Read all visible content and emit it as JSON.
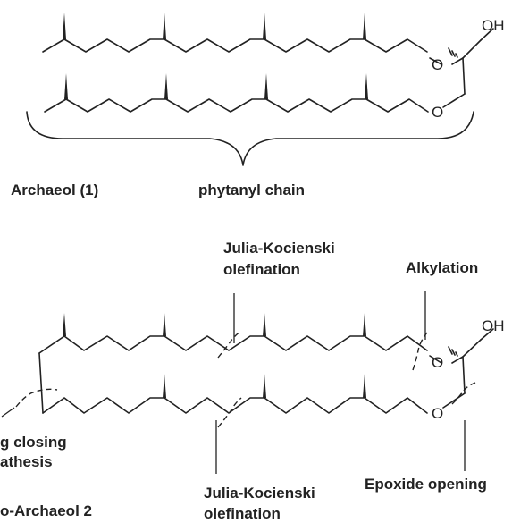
{
  "atoms": {
    "hydroxyl": "OH",
    "ether_oxygen": "O"
  },
  "labels": {
    "archaeol": "Archaeol (1)",
    "phytanyl_chain": "phytanyl chain",
    "julia_top_line1": "Julia-Kocienski",
    "julia_top_line2": "olefination",
    "alkylation": "Alkylation",
    "ring_closing_line1": "g closing",
    "ring_closing_line2": "athesis",
    "epoxide_opening": "Epoxide opening",
    "julia_bottom_line1": "Julia-Kocienski",
    "julia_bottom_line2": "olefination",
    "macro_archaeol": "o-Archaeol 2"
  }
}
